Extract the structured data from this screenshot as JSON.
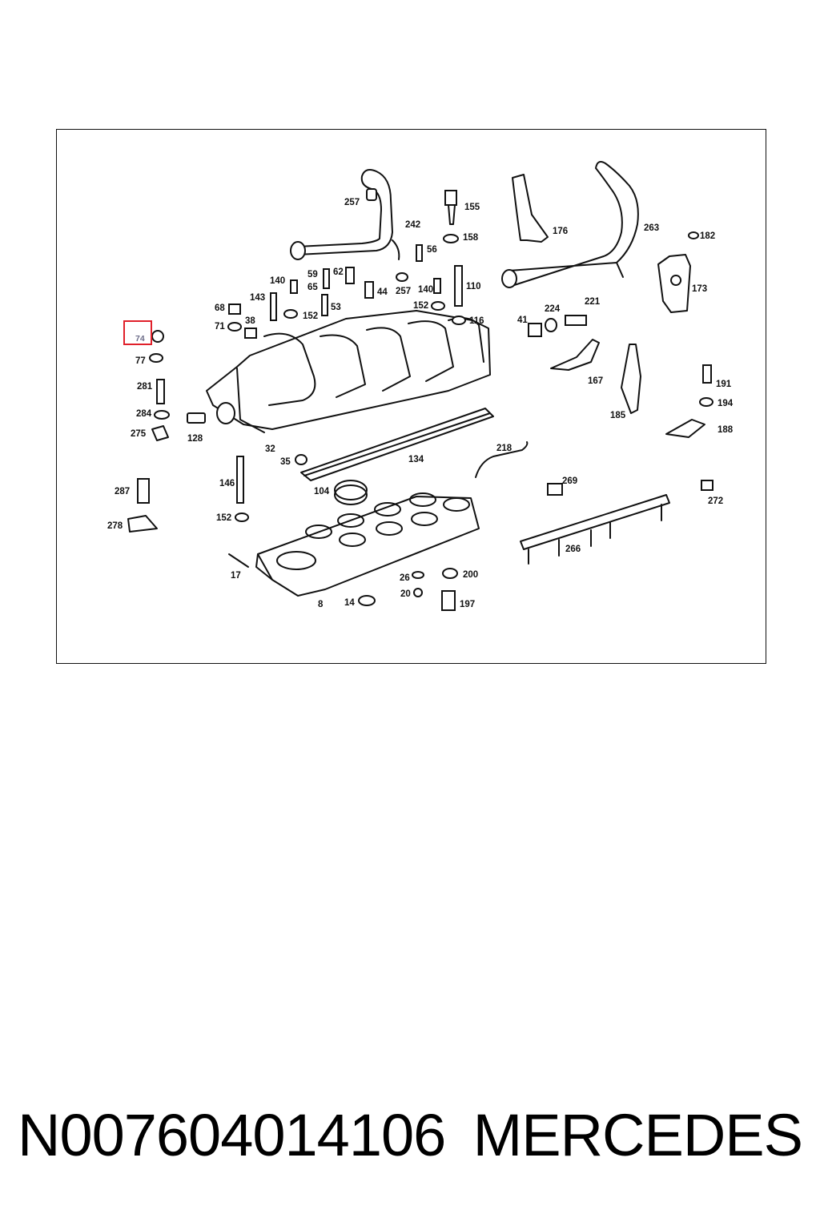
{
  "diagram": {
    "highlighted_callout": "74",
    "callouts": [
      "257",
      "242",
      "155",
      "158",
      "56",
      "176",
      "263",
      "182",
      "59",
      "62",
      "65",
      "140",
      "44",
      "257",
      "140",
      "110",
      "143",
      "53",
      "152",
      "68",
      "38",
      "71",
      "152",
      "116",
      "74",
      "77",
      "41",
      "224",
      "221",
      "173",
      "167",
      "281",
      "191",
      "284",
      "194",
      "185",
      "188",
      "275",
      "128",
      "32",
      "35",
      "134",
      "218",
      "146",
      "104",
      "269",
      "287",
      "272",
      "152",
      "278",
      "266",
      "17",
      "26",
      "200",
      "20",
      "197",
      "14",
      "8"
    ]
  },
  "footer": {
    "part_number": "N007604014106",
    "brand": "MERCEDES"
  }
}
